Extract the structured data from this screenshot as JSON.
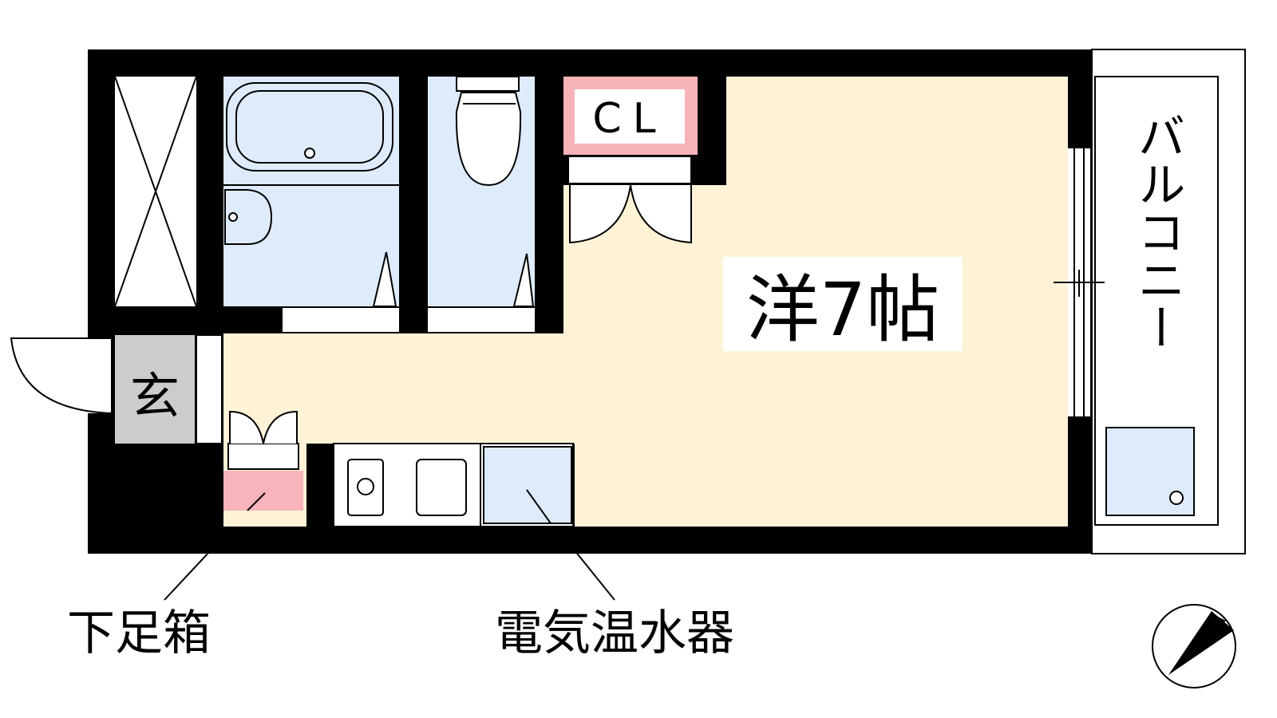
{
  "rooms": {
    "main_room": "洋7帖",
    "closet": "CL",
    "entrance": "玄",
    "balcony": "バルコニー"
  },
  "callouts": {
    "shoe_box": "下足箱",
    "water_heater": "電気温水器"
  },
  "compass": {
    "icon": "north-arrow-icon"
  },
  "colors": {
    "wall": "#000000",
    "room_floor": "#FFF2D6",
    "wet_area": "#DDEBFB",
    "closet_frame": "#F7B3B8",
    "shoe_box": "#F9B3BA",
    "entrance_floor": "#CCCCCC"
  }
}
